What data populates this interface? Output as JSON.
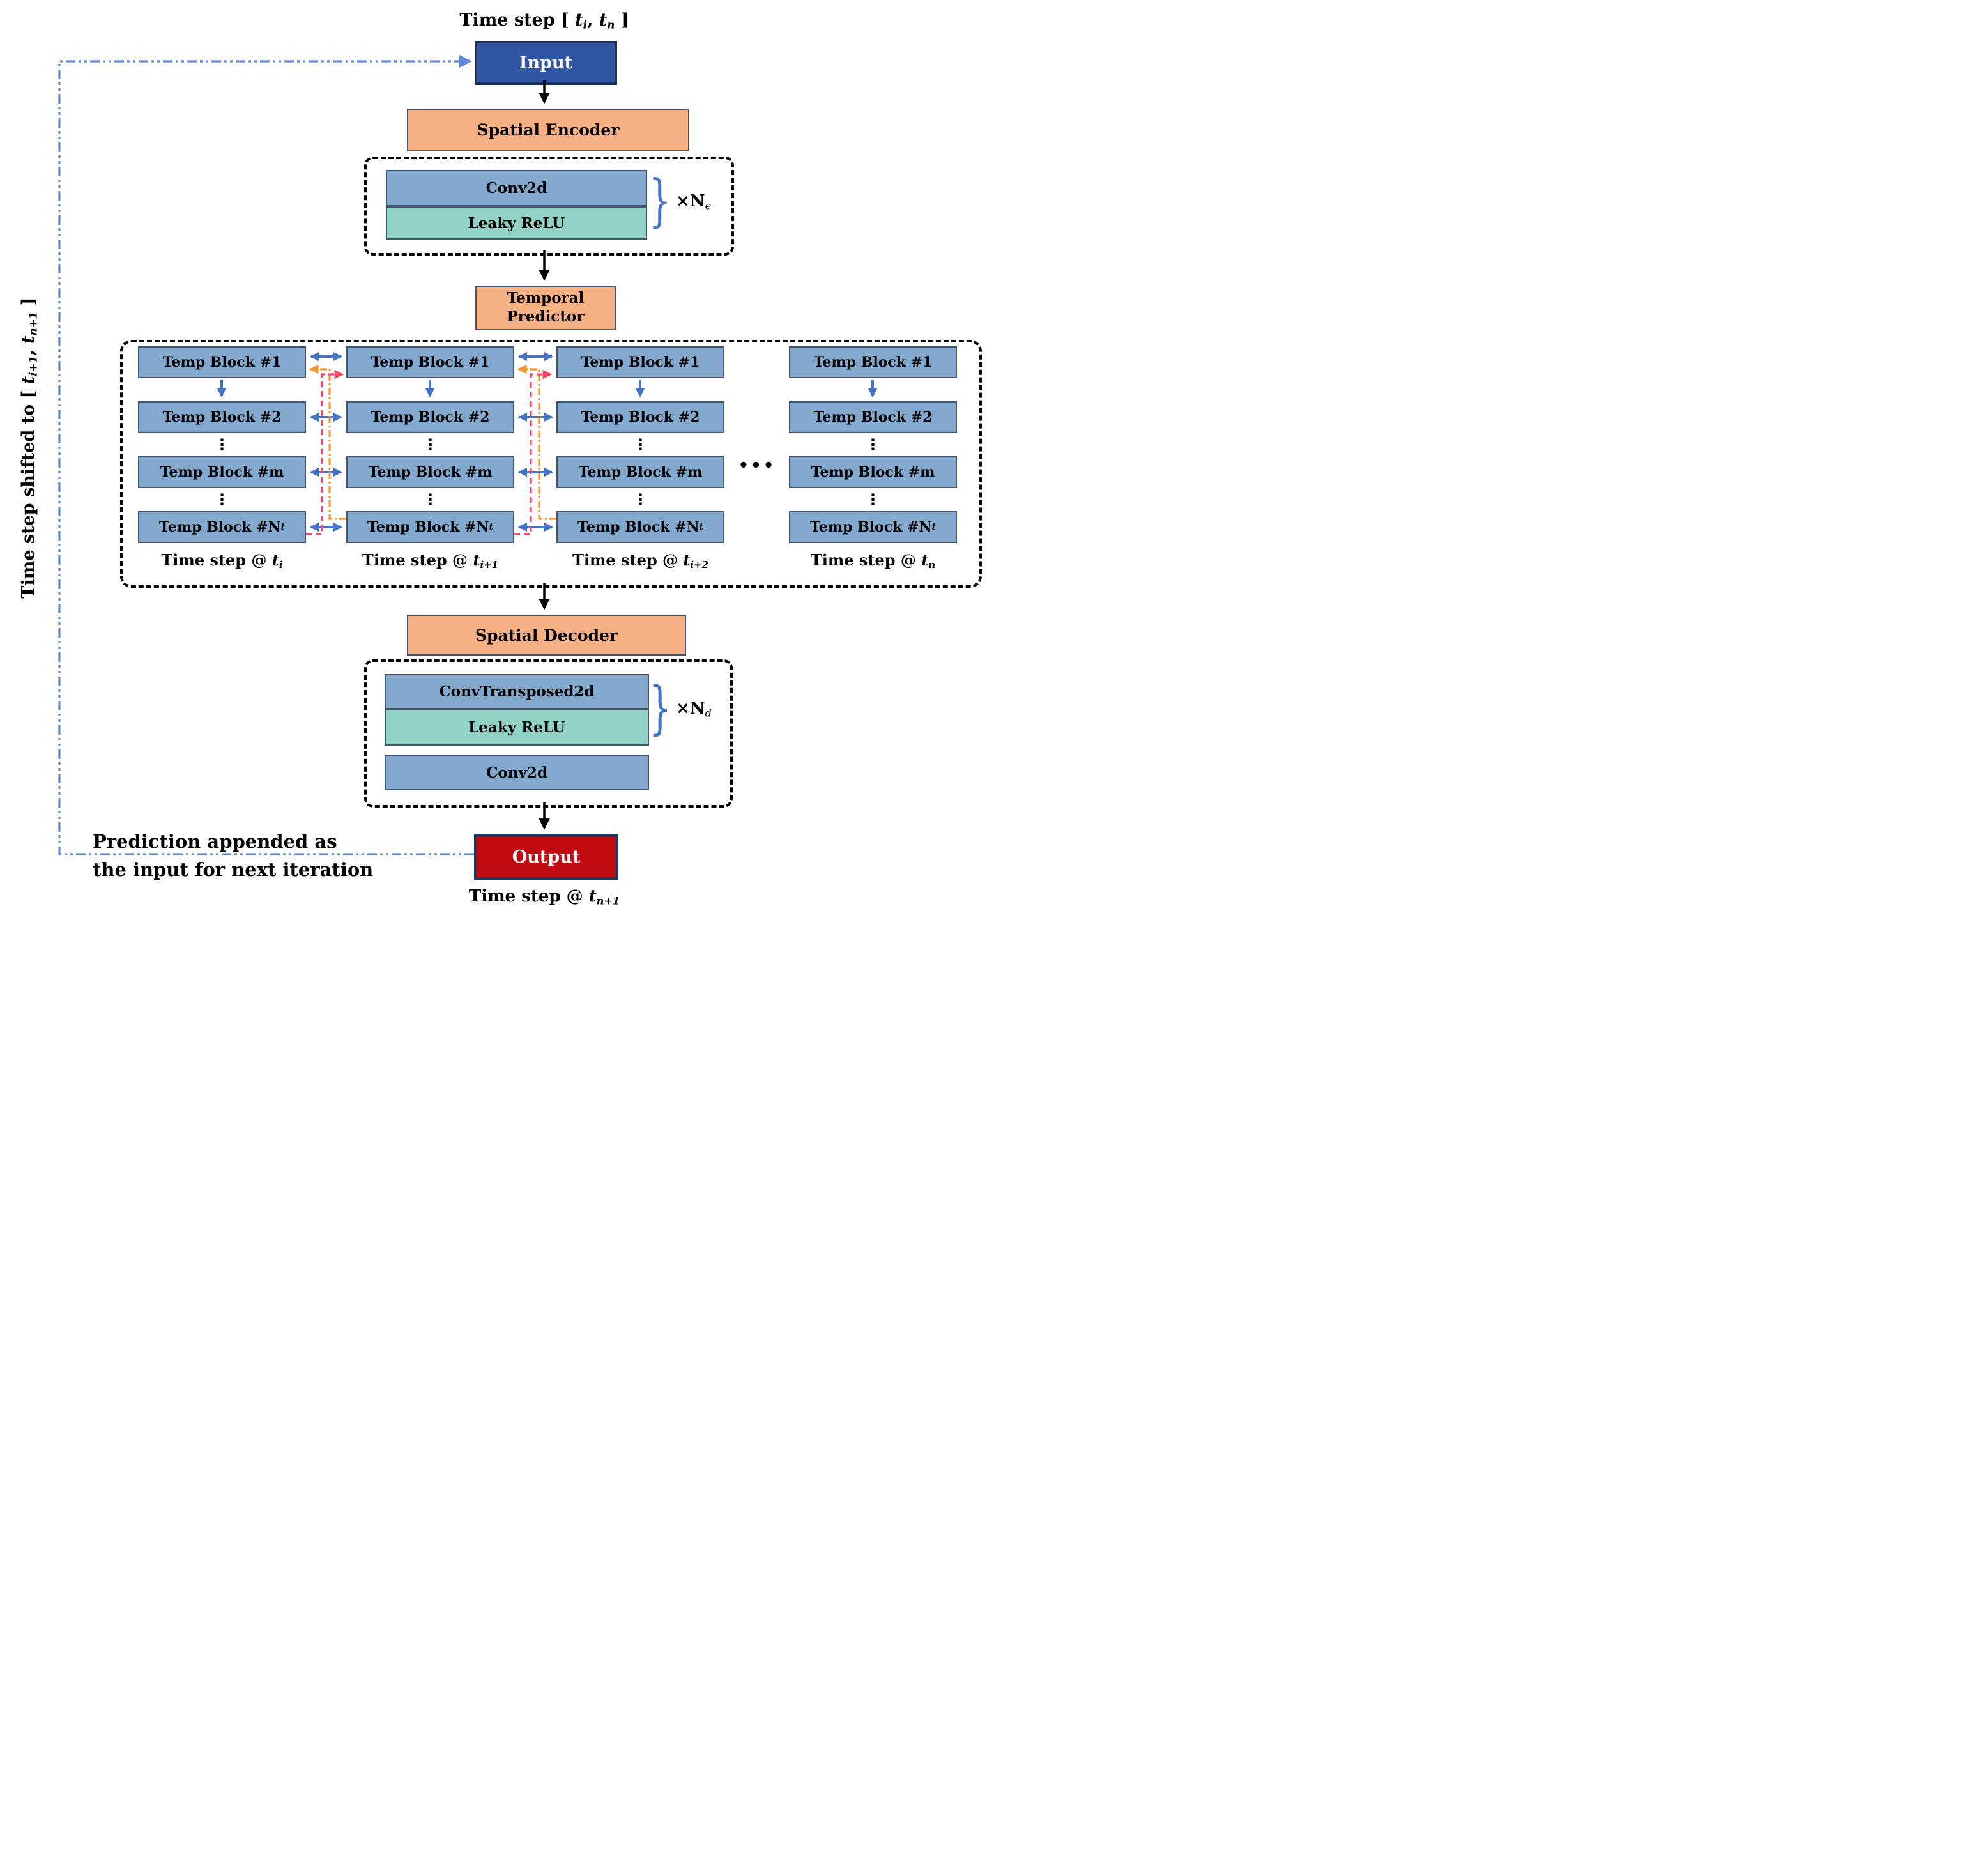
{
  "title": {
    "p1": "Time step [ ",
    "v1": "t",
    "s1": "i",
    "p2": ", ",
    "v2": "t",
    "s2": "n",
    "p3": " ]"
  },
  "input": {
    "label": "Input"
  },
  "encoder": {
    "title": "Spatial Encoder",
    "layers": {
      "conv": "Conv2d",
      "relu": "Leaky ReLU"
    },
    "repeat": {
      "brace": "}",
      "prefix": "×N",
      "sub": "e"
    }
  },
  "predictor": {
    "line1": "Temporal",
    "line2": "Predictor"
  },
  "temporal": {
    "block_labels": [
      {
        "text": "Temp Block #1",
        "sub": ""
      },
      {
        "text": "Temp Block #2",
        "sub": ""
      },
      {
        "text": "Temp Block #m",
        "sub": ""
      },
      {
        "text": "Temp Block #N",
        "sub": "t"
      }
    ],
    "vdots": "⋮",
    "ellipsis": "•••",
    "column_labels": [
      {
        "prefix": "Time step @ ",
        "v": "t",
        "sub": "i"
      },
      {
        "prefix": "Time step @ ",
        "v": "t",
        "sub": "i+1"
      },
      {
        "prefix": "Time step @ ",
        "v": "t",
        "sub": "i+2"
      },
      {
        "prefix": "Time step @ ",
        "v": "t",
        "sub": "n"
      }
    ]
  },
  "decoder": {
    "title": "Spatial Decoder",
    "layers": {
      "convt": "ConvTransposed2d",
      "relu": "Leaky ReLU",
      "conv": "Conv2d"
    },
    "repeat": {
      "brace": "}",
      "prefix": "×N",
      "sub": "d"
    }
  },
  "output": {
    "label": "Output",
    "caption": {
      "prefix": "Time step @ ",
      "v": "t",
      "sub": "n+1"
    }
  },
  "feedback": {
    "note_line1": "Prediction appended as",
    "note_line2": "the input for next iteration",
    "left_label": {
      "p1": "Time step shifted to [ ",
      "v1": "t",
      "s1": "i+1",
      "p2": ", ",
      "v2": "t",
      "s2": "n+1",
      "p3": " ]"
    }
  },
  "colors": {
    "arrow_blue": "#4472C4",
    "flow_black": "#000000",
    "feedback_blue": "#5E8BD9",
    "skip_orange": "#F2952D",
    "skip_pink": "#EE4B6A",
    "input_fill": "#2F55A4",
    "output_fill": "#C00A10",
    "block_blue": "#83A9CE",
    "relu_teal": "#90D2C6",
    "module_orange": "#F5B183",
    "navy_border": "#1F3864",
    "slate_border": "#44546A"
  }
}
